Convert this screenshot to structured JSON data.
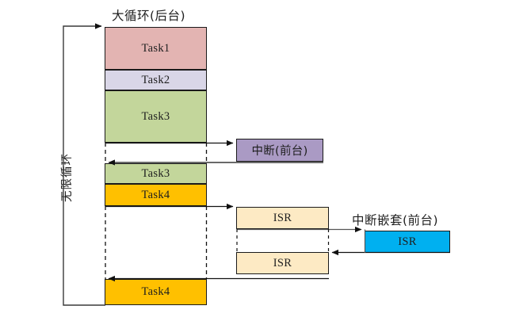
{
  "diagram": {
    "title_background_loop": "大循环(后台)",
    "title_foreground_interrupt": "中断(前台)",
    "title_nested_interrupt": "中断嵌套(前台)",
    "infinite_loop_label": "无限循环",
    "tasks": [
      {
        "name": "task1",
        "label": "Task1",
        "color": "#e3b4b2"
      },
      {
        "name": "task2",
        "label": "Task2",
        "color": "#d9d6e7"
      },
      {
        "name": "task3-first",
        "label": "Task3",
        "color": "#c3d69b"
      },
      {
        "name": "task3-resumed",
        "label": "Task3",
        "color": "#c3d69b"
      },
      {
        "name": "task4-first",
        "label": "Task4",
        "color": "#ffc000"
      },
      {
        "name": "task4-resumed",
        "label": "Task4",
        "color": "#ffc000"
      }
    ],
    "isr_blocks": [
      {
        "name": "isr-upper",
        "label": "ISR",
        "color": "#fdeac4"
      },
      {
        "name": "isr-lower",
        "label": "ISR",
        "color": "#fdeac4"
      },
      {
        "name": "isr-nested",
        "label": "ISR",
        "color": "#00b0f0"
      }
    ],
    "interrupt_block": {
      "label": "中断(前台)",
      "color": "#aa9ac4"
    },
    "colors": {
      "task1": "#e3b4b2",
      "task2": "#d9d6e7",
      "task3": "#c3d69b",
      "task4": "#ffc000",
      "isr": "#fdeac4",
      "isr_nested": "#00b0f0",
      "interrupt": "#aa9ac4",
      "line": "#1a1a1a"
    }
  }
}
